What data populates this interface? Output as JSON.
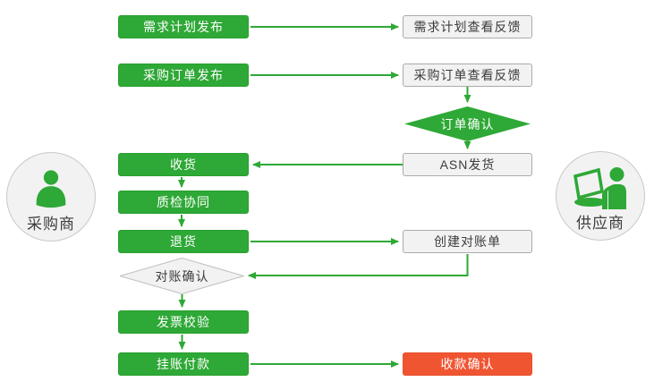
{
  "diagram": {
    "title_hint": "buyer-supplier procurement collaboration flow",
    "actors": {
      "buyer": {
        "label": "采购商",
        "icon": "person-icon"
      },
      "supplier": {
        "label": "供应商",
        "icon": "person-laptop-icon"
      }
    },
    "nodes": {
      "demand_plan_publish": {
        "label": "需求计划发布",
        "style": "green-box"
      },
      "demand_plan_feedback": {
        "label": "需求计划查看反馈",
        "style": "gray-box"
      },
      "po_publish": {
        "label": "采购订单发布",
        "style": "green-box"
      },
      "po_feedback": {
        "label": "采购订单查看反馈",
        "style": "gray-box"
      },
      "order_confirm": {
        "label": "订单确认",
        "style": "green-diamond"
      },
      "asn_ship": {
        "label": "ASN发货",
        "style": "gray-box"
      },
      "receive": {
        "label": "收货",
        "style": "green-box"
      },
      "quality_collab": {
        "label": "质检协同",
        "style": "green-box"
      },
      "return_goods": {
        "label": "退货",
        "style": "green-box"
      },
      "create_statement": {
        "label": "创建对账单",
        "style": "gray-box"
      },
      "statement_confirm": {
        "label": "对账确认",
        "style": "gray-diamond"
      },
      "invoice_verify": {
        "label": "发票校验",
        "style": "green-box"
      },
      "pending_payment": {
        "label": "挂账付款",
        "style": "green-box"
      },
      "receipt_confirm": {
        "label": "收款确认",
        "style": "red-box"
      }
    },
    "colors": {
      "green": "#2EA836",
      "red": "#F05532",
      "gray_fill": "#F2F2F2",
      "gray_border": "#ABABAB",
      "text_dark": "#3C3C3C",
      "text_light": "#FFFFFF"
    }
  }
}
